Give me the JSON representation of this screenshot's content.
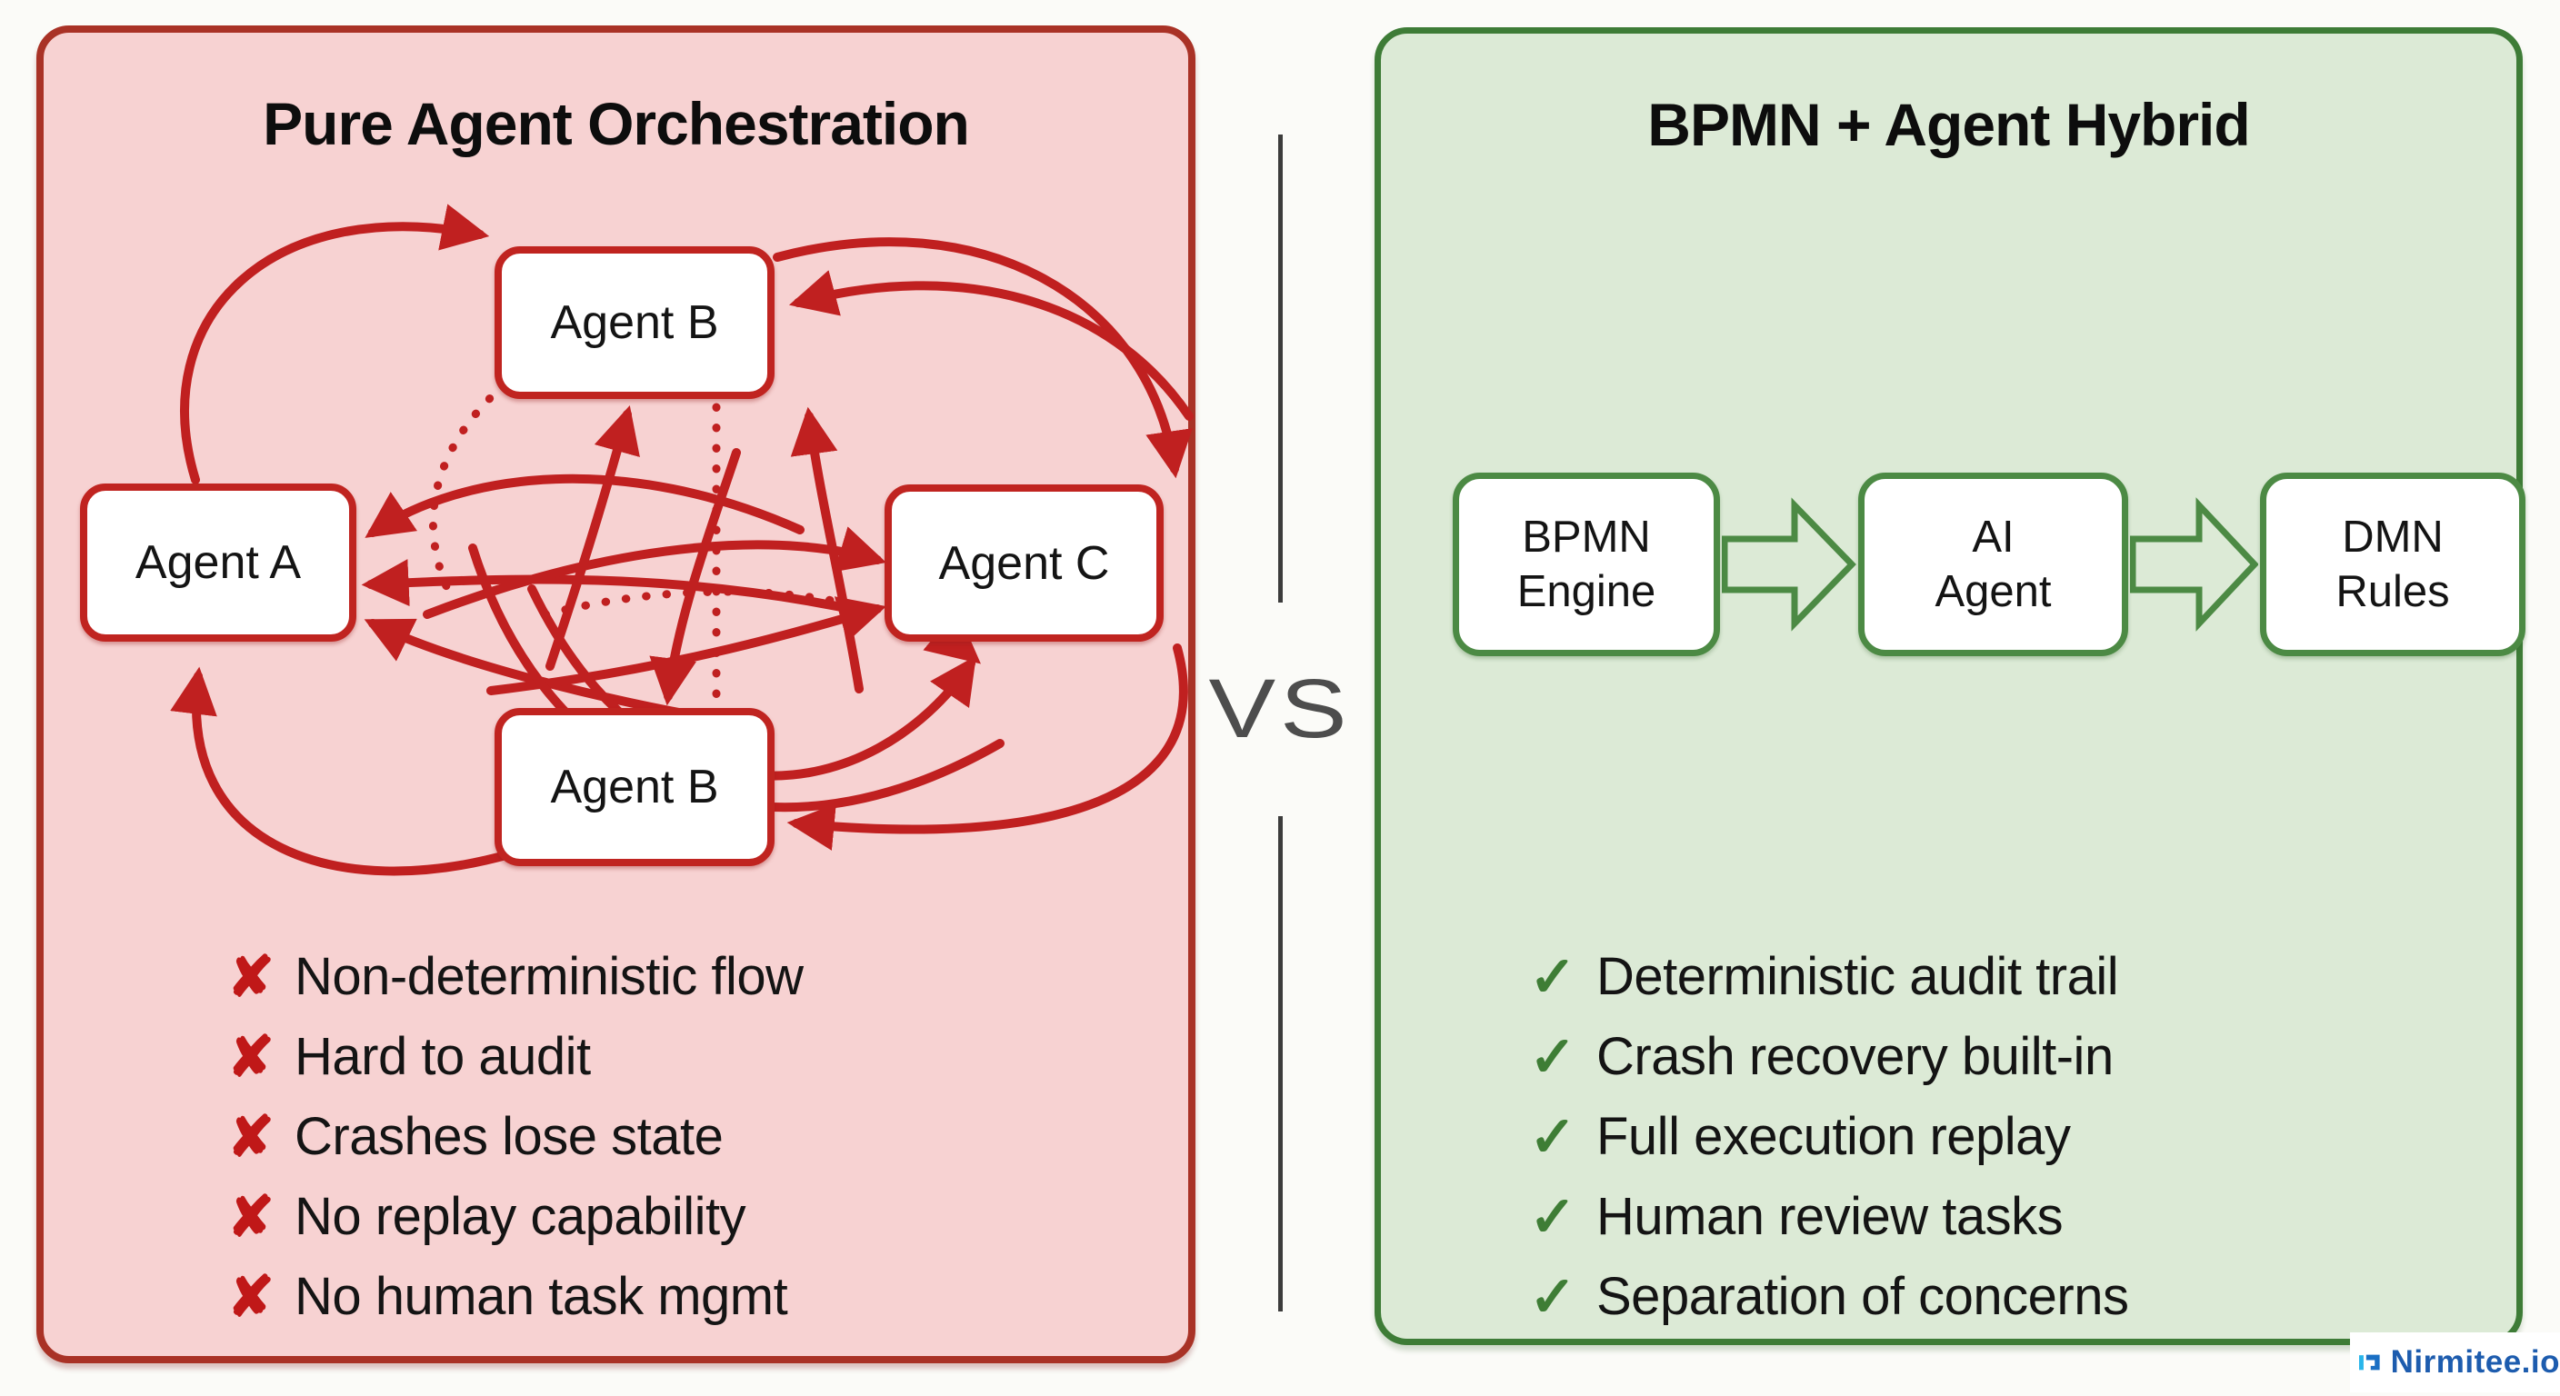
{
  "left_panel": {
    "title": "Pure Agent Orchestration",
    "nodes": [
      {
        "label": "Agent B"
      },
      {
        "label": "Agent A"
      },
      {
        "label": "Agent C"
      },
      {
        "label": "Agent B"
      }
    ],
    "cons": [
      {
        "icon": "✘",
        "text": "Non-deterministic flow"
      },
      {
        "icon": "✘",
        "text": "Hard to audit"
      },
      {
        "icon": "✘",
        "text": "Crashes lose state"
      },
      {
        "icon": "✘",
        "text": "No replay capability"
      },
      {
        "icon": "✘",
        "text": "No human task mgmt"
      }
    ],
    "colors": {
      "bg": "#f7d2d2",
      "border": "#a93226",
      "arrow": "#c02020",
      "node_border": "#c02420",
      "cross": "#c01818"
    }
  },
  "divider": {
    "vs_label": "VS",
    "line_color": "#3c3c3c",
    "text_color": "#4d4d4d"
  },
  "right_panel": {
    "title": "BPMN + Agent Hybrid",
    "flow": [
      {
        "line1": "BPMN",
        "line2": "Engine"
      },
      {
        "line1": "AI",
        "line2": "Agent"
      },
      {
        "line1": "DMN",
        "line2": "Rules"
      }
    ],
    "pros": [
      {
        "icon": "✓",
        "text": "Deterministic audit trail"
      },
      {
        "icon": "✓",
        "text": "Crash recovery built-in"
      },
      {
        "icon": "✓",
        "text": "Full execution replay"
      },
      {
        "icon": "✓",
        "text": "Human review tasks"
      },
      {
        "icon": "✓",
        "text": "Separation of concerns"
      }
    ],
    "colors": {
      "bg": "#dcead6",
      "border": "#3e7c37",
      "node_border": "#4c8a44",
      "check": "#3e7d35"
    }
  },
  "branding": {
    "logo_text": "Nirmitee.io",
    "text_color": "#1d5cae",
    "mark_cyan": "#29b5ea",
    "mark_blue": "#1a6fc4"
  }
}
